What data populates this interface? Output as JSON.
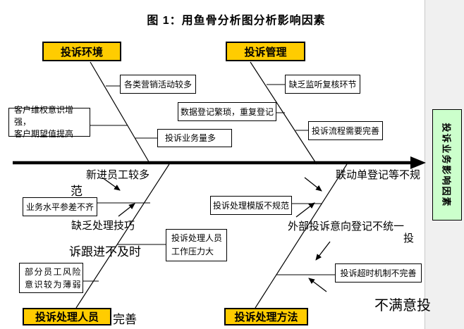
{
  "title": "图 1：用鱼骨分析图分析影响因素",
  "fish_head": {
    "label": "投诉业务影响因素"
  },
  "categories": {
    "environment": {
      "label": "投诉环境"
    },
    "management": {
      "label": "投诉管理"
    },
    "staff": {
      "label": "投诉处理人员"
    },
    "method": {
      "label": "投诉处理方法"
    }
  },
  "causes": {
    "customer": {
      "line1": "客户维权意识增强，",
      "line2": "客户期望值提高"
    },
    "marketing": {
      "label": "各类营销活动较多"
    },
    "data_entry": {
      "label": "数据登记繁琐，重复登记"
    },
    "monitoring": {
      "label": "缺乏监听复核环节"
    },
    "process": {
      "label": "投诉流程需要完善"
    },
    "volume": {
      "label": "投诉业务量多"
    },
    "skill_level": {
      "label": "业务水平参差不齐"
    },
    "template": {
      "label": "投诉处理模版不规范"
    },
    "pressure": {
      "line1": "投诉处理人员",
      "line2": "工作压力大"
    },
    "risk_awareness": {
      "line1": "部分员工风险",
      "line2": "意识较为薄弱"
    },
    "timeout": {
      "label": "投诉超时机制不完善"
    }
  },
  "annotations": {
    "new_staff": "新进员工较多",
    "fan": "范",
    "lack_skill": "缺乏处理技巧",
    "follow_up": "诉跟进不及时",
    "joint_form": "联动单登记等不规",
    "external": "外部投诉意向登记不统一",
    "tou": "投",
    "unsatisfied": "不满意投",
    "wanshan": "完善"
  },
  "colors": {
    "category_bg": "#ffcc00",
    "head_bg": "#ccffcc",
    "line": "#000000",
    "canvas_bg": "#ffffff",
    "margin_bg": "#f0f0f0"
  }
}
